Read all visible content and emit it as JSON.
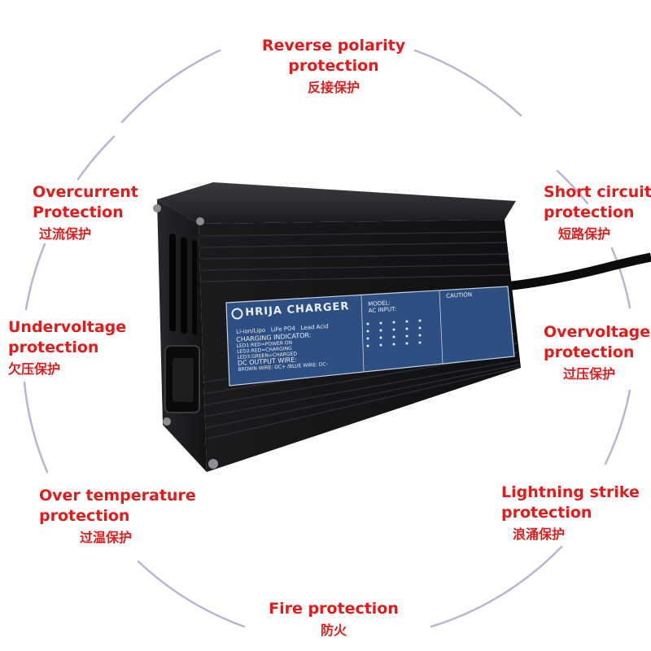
{
  "labels": {
    "reverse": {
      "line1": "Reverse polarity",
      "line2": "protection",
      "cn": "反接保护"
    },
    "overcurrent": {
      "line1": "Overcurrent",
      "line2": "Protection",
      "cn": "过流保护"
    },
    "short": {
      "line1": "Short circuit",
      "line2": "protection",
      "cn": "短路保护"
    },
    "undervoltage": {
      "line1": "Undervoltage",
      "line2": "protection",
      "cn": "欠压保护"
    },
    "overvoltage": {
      "line1": "Overvoltage",
      "line2": "protection",
      "cn": "过压保护"
    },
    "overtemp": {
      "line1": "Over temperature",
      "line2": "protection",
      "cn": "过温保护"
    },
    "lightning": {
      "line1": "Lightning strike",
      "line2": "protection",
      "cn": "浪涌保护"
    },
    "fire": {
      "line1": "Fire protection",
      "cn": "防火"
    }
  },
  "product": {
    "brand": "HRIJA CHARGER",
    "battery_types": [
      "Li-ion/Lipo",
      "LiFe PO4",
      "Lead Acid"
    ],
    "charging_indicator": "CHARGING INDICATOR:",
    "leds": [
      "LED1:RED=POWER ON",
      "LED2:RED=CHARGING",
      "LED3:GREEN=CHARGED"
    ],
    "dc_output_wire": "DC OUTPUT WIRE:",
    "wire_colors": "BROWN WIRE: DC+ /BLUE WIRE: DC-",
    "model": "MODEL:",
    "ac_input": "AC INPUT:",
    "caution": "CAUTION"
  },
  "colors": {
    "label_red": "#e31b1b",
    "ring_purple": "#b9b4d6",
    "panel_blue": "#2e4f83",
    "body_black": "#17181a"
  }
}
